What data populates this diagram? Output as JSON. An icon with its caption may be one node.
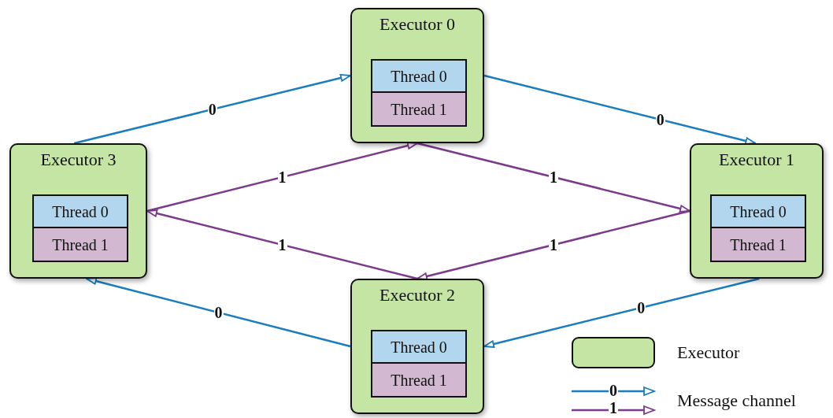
{
  "diagram": {
    "nodes": [
      {
        "text": [
          "Executor 0"
        ]
      },
      {
        "text": [
          "Thread 0"
        ],
        "in": 0
      },
      {
        "text": [
          "Thread 1"
        ],
        "in": 0
      },
      {
        "text": [
          "Executor 3"
        ]
      },
      {
        "text": [
          "Thread 0"
        ],
        "in": 3
      },
      {
        "text": [
          "Thread 1"
        ],
        "in": 3
      },
      {
        "text": [
          "Executor 1"
        ]
      },
      {
        "text": [
          "Thread 0"
        ],
        "in": 6
      },
      {
        "text": [
          "Thread 1"
        ],
        "in": 6
      },
      {
        "text": [
          "Executor 2"
        ]
      },
      {
        "text": [
          "Thread 0"
        ],
        "in": 9
      },
      {
        "text": [
          "Thread 1"
        ],
        "in": 9
      }
    ],
    "edges": [
      {
        "from": 3,
        "to": 0,
        "arrow": "to",
        "label": "0",
        "color": "#1a7dbf"
      },
      {
        "from": 0,
        "to": 6,
        "arrow": "to",
        "label": "0",
        "color": "#1a7dbf"
      },
      {
        "from": 6,
        "to": 9,
        "arrow": "to",
        "label": "0",
        "color": "#1a7dbf"
      },
      {
        "from": 9,
        "to": 3,
        "arrow": "to",
        "label": "0",
        "color": "#1a7dbf"
      },
      {
        "from": 3,
        "to": 0,
        "arrow": "to",
        "label": "1",
        "color": "#7b3a8c"
      },
      {
        "from": 0,
        "to": 6,
        "arrow": "to",
        "label": "1",
        "color": "#7b3a8c"
      },
      {
        "from": 6,
        "to": 9,
        "arrow": "to",
        "label": "1",
        "color": "#7b3a8c"
      },
      {
        "from": 9,
        "to": 3,
        "arrow": "to",
        "label": "1",
        "color": "#7b3a8c"
      }
    ],
    "labels": [
      "0",
      "1"
    ],
    "legend": [
      {
        "text": "Executor"
      },
      {
        "text": "Message channel"
      }
    ]
  }
}
